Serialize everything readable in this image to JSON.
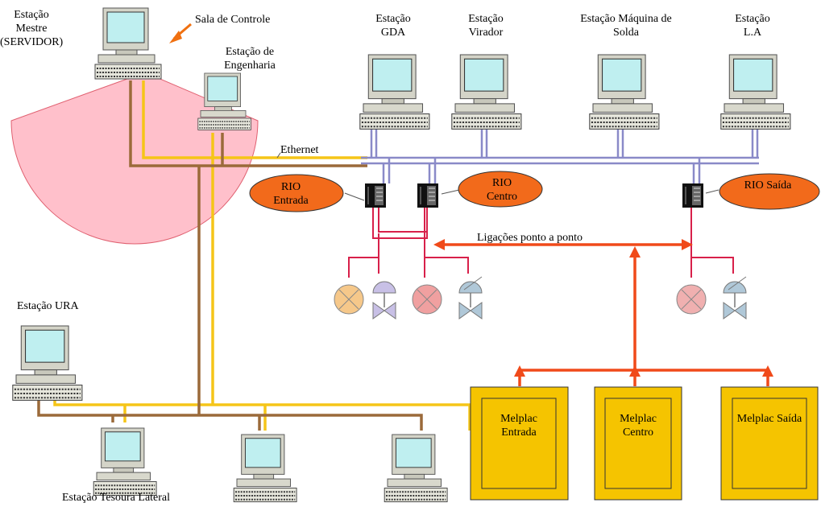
{
  "stations": {
    "master": "Estação Mestre (SERVIDOR)",
    "control_room": "Sala de Controle",
    "engineering": "Estação de Engenharia",
    "gda": "Estação GDA",
    "virador": "Estação Virador",
    "solda": "Estação Máquina de Solda",
    "la": "Estação L.A",
    "ura": "Estação URA",
    "tesoura": "Estação Tesoura Lateral"
  },
  "network": {
    "ethernet": "Ethernet",
    "p2p": "Ligações ponto a ponto"
  },
  "rio": {
    "entrada": "RIO Entrada",
    "centro": "RIO Centro",
    "saida": "RIO Saída"
  },
  "melplac": {
    "entrada": "Melplac Entrada",
    "centro": "Melplac Centro",
    "saida": "Melplac Saída"
  },
  "colors": {
    "ethernet_blue": "#8a8ac8",
    "yellow_cable": "#f5c518",
    "brown_cable": "#9b6a3a",
    "red_link": "#f04a1a",
    "rio_fill": "#f26a1b",
    "melplac_fill": "#f5c400",
    "sector": "#ffc0cb"
  }
}
